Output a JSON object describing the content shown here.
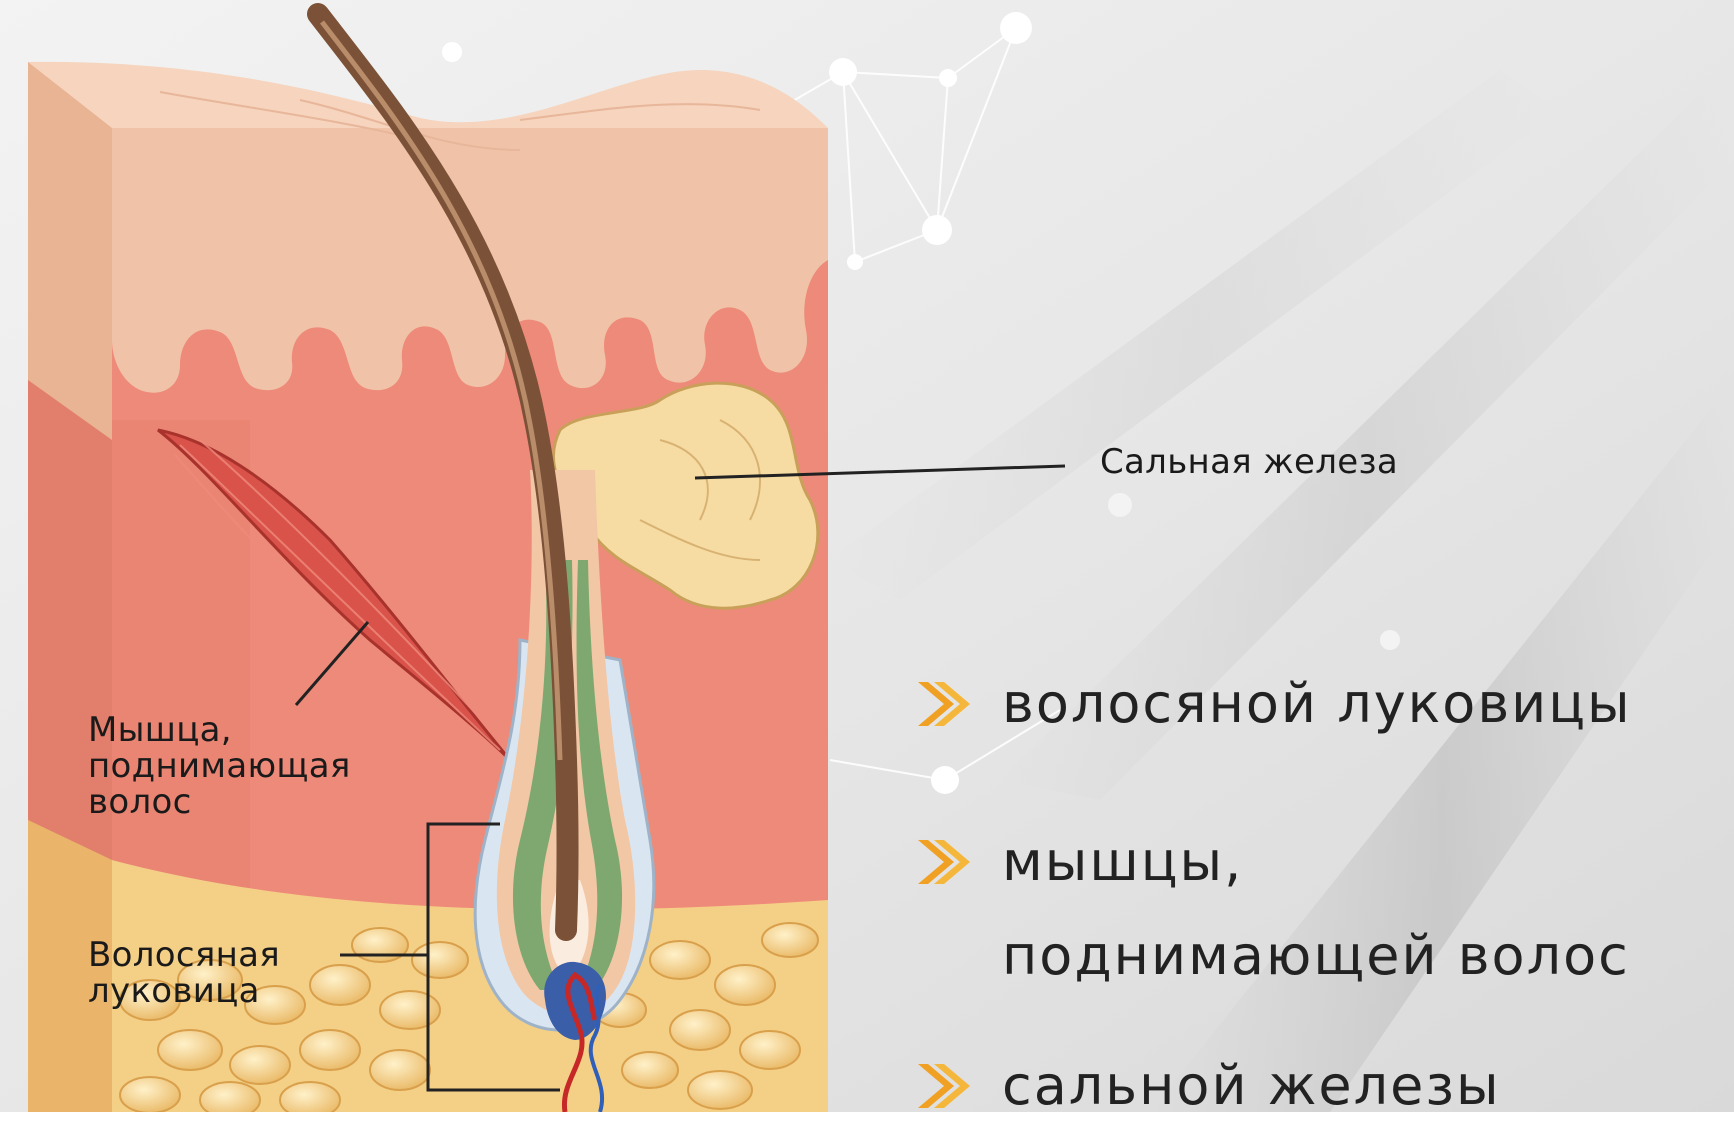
{
  "diagram": {
    "labels": {
      "sebaceous_gland": "Сальная железа",
      "arrector_muscle": [
        "Мышца,",
        "поднимающая",
        "волос"
      ],
      "hair_bulb": [
        "Волосяная",
        "луковица"
      ]
    }
  },
  "bullets": [
    {
      "lines": [
        "волосяной луковицы"
      ]
    },
    {
      "lines": [
        "мышцы,",
        "поднимающей волос"
      ]
    },
    {
      "lines": [
        "сальной железы"
      ]
    }
  ],
  "colors": {
    "bullet_accent": "#f0a023",
    "dermis": "#ee8a79",
    "epidermis": "#f0c3a8",
    "fat": "#f4cf86",
    "gland": "#f6dca2"
  }
}
